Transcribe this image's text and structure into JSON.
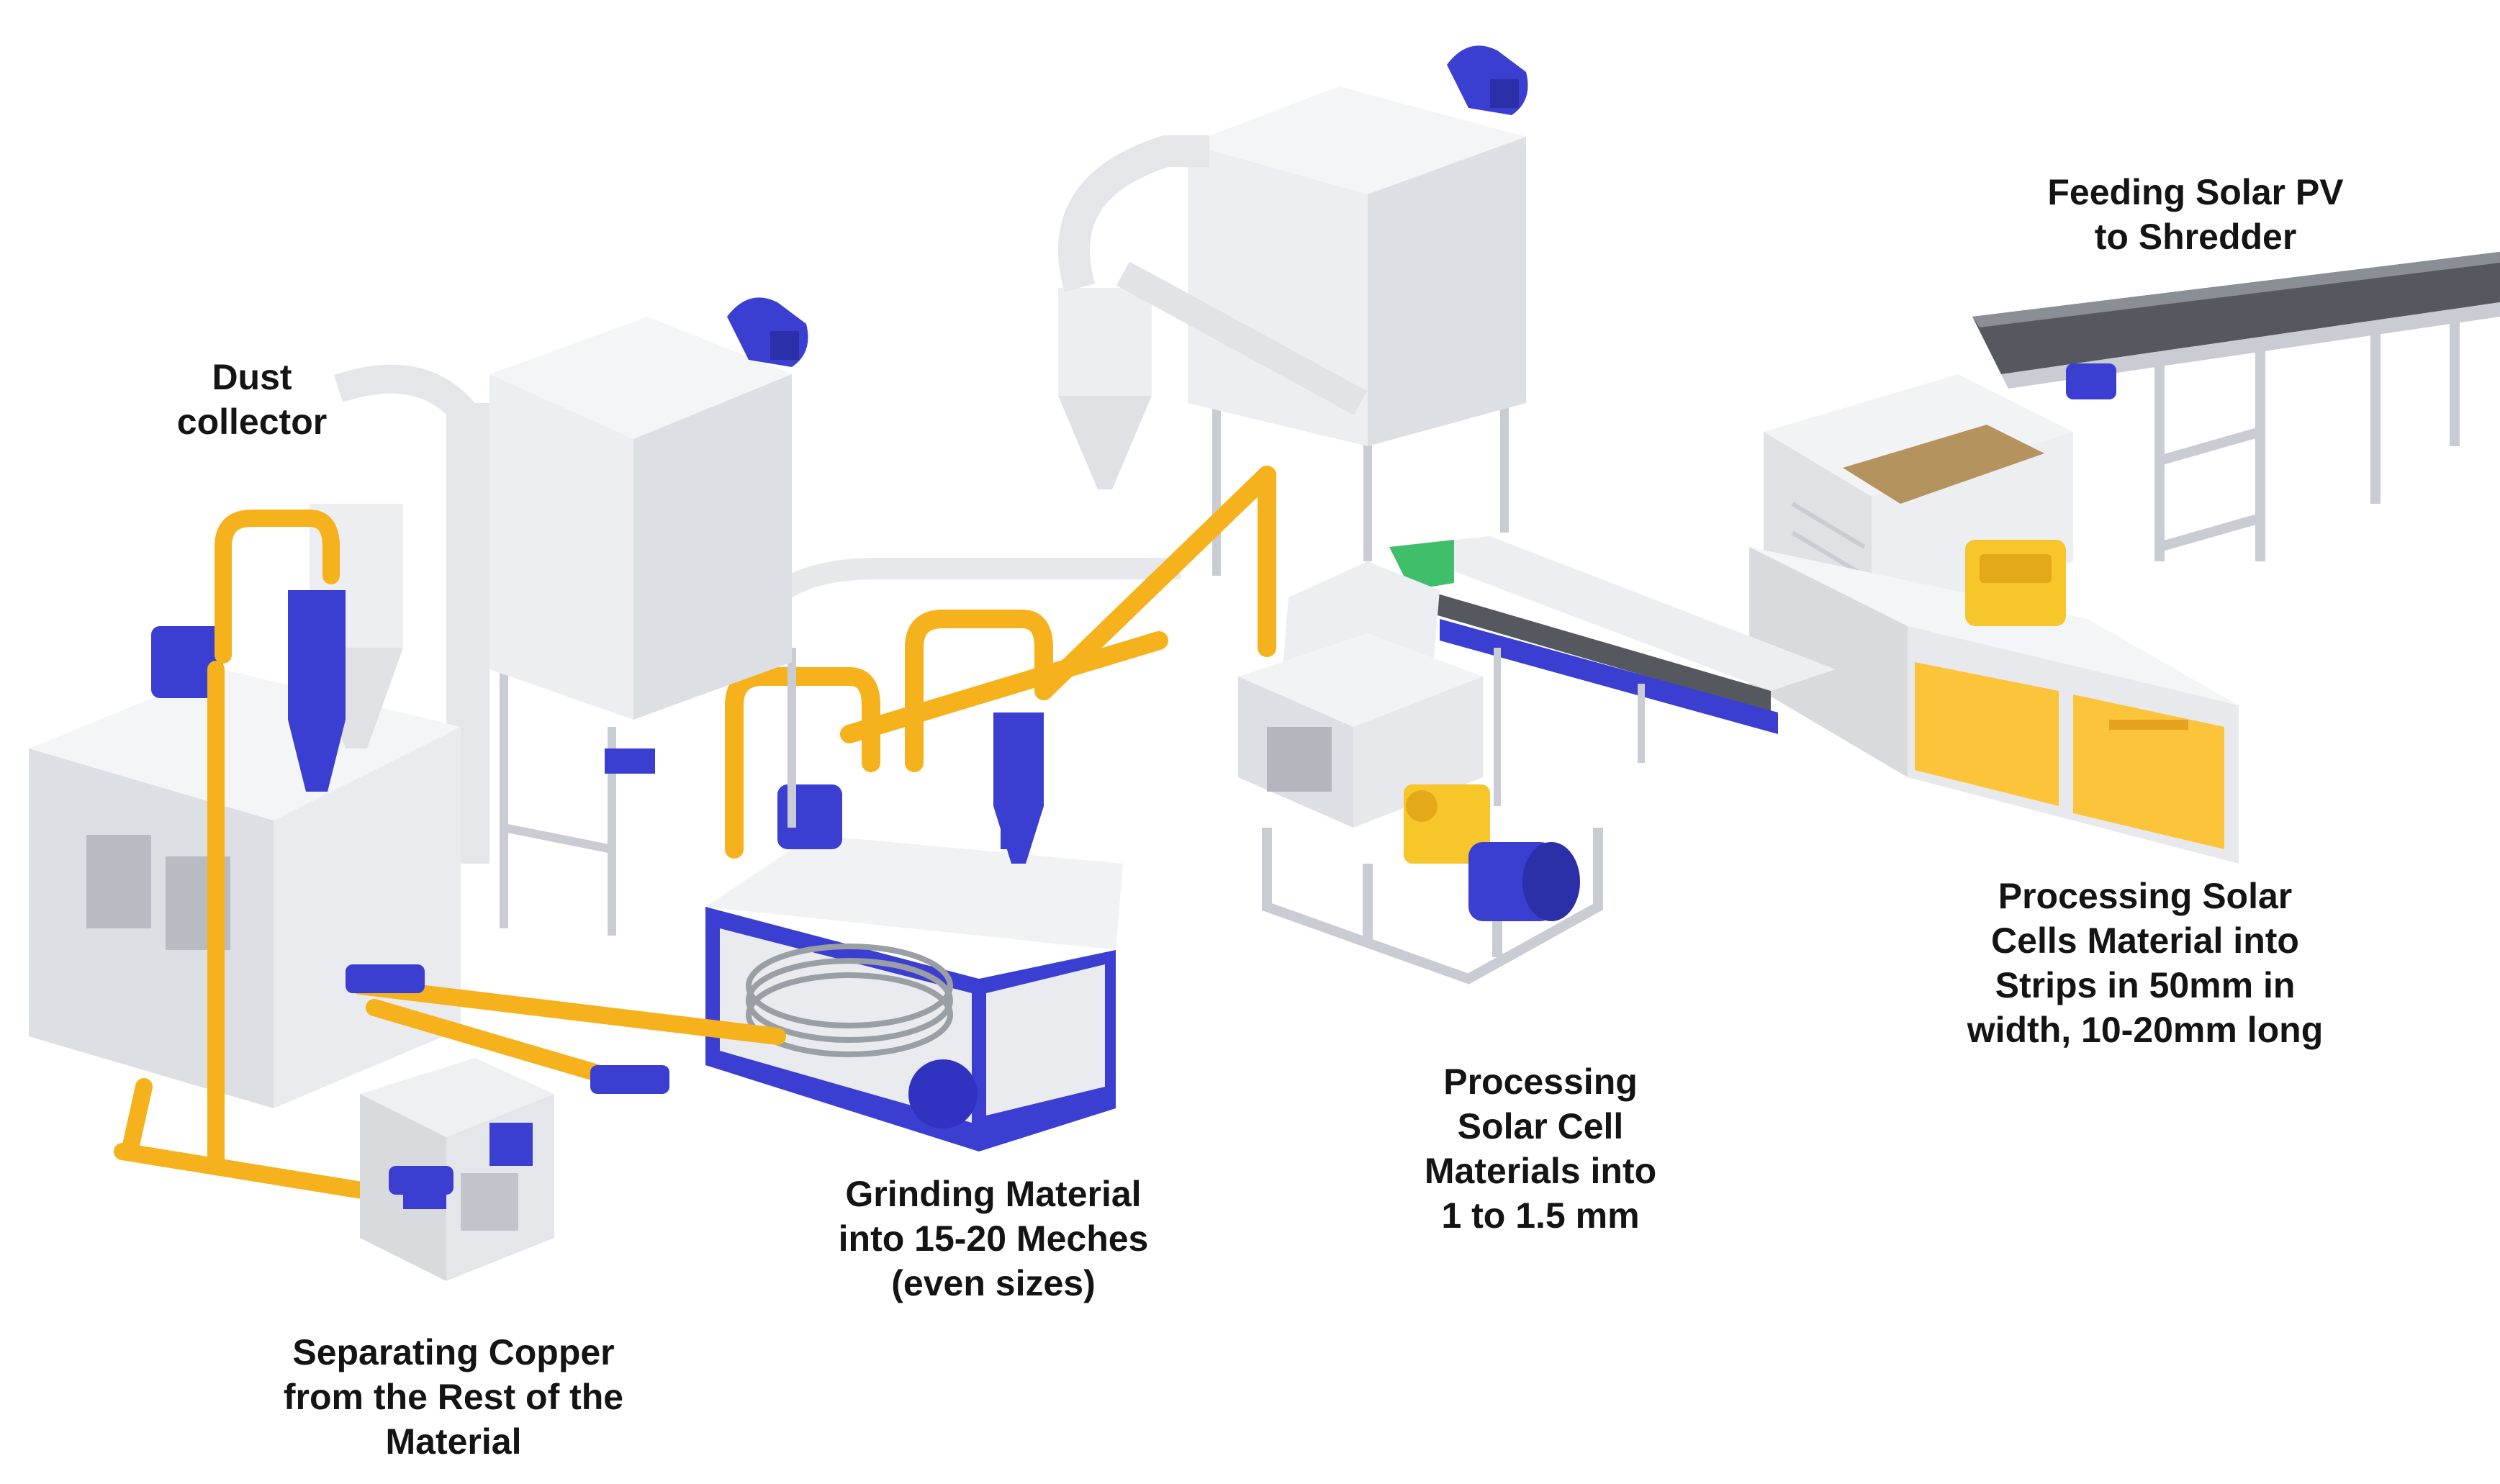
{
  "labels": {
    "feeding": [
      "Feeding Solar PV",
      "to Shredder"
    ],
    "dust": [
      "Dust",
      "collector"
    ],
    "strips": [
      "Processing Solar",
      "Cells Material into",
      "Strips in 50mm in",
      "width, 10-20mm long"
    ],
    "processing_cell": [
      "Processing",
      "Solar Cell",
      "Materials into",
      "1 to 1.5 mm"
    ],
    "grinding": [
      "Grinding Material",
      "into 15-20 Meches",
      "(even sizes)"
    ],
    "separating": [
      "Separating Copper",
      "from the Rest of the",
      "Material"
    ]
  },
  "colors": {
    "machine_body": "#ecedf0",
    "machine_shade": "#d4d6db",
    "frame": "#c9ccd2",
    "motor_blue": "#3b3fd1",
    "pipe_orange": "#f5b21c",
    "gearbox_yellow": "#f6c62a",
    "conveyor_dark": "#55595f",
    "belt_green": "#3fbf6a",
    "panel_yellow": "#fbc43b",
    "text": "#141414"
  }
}
